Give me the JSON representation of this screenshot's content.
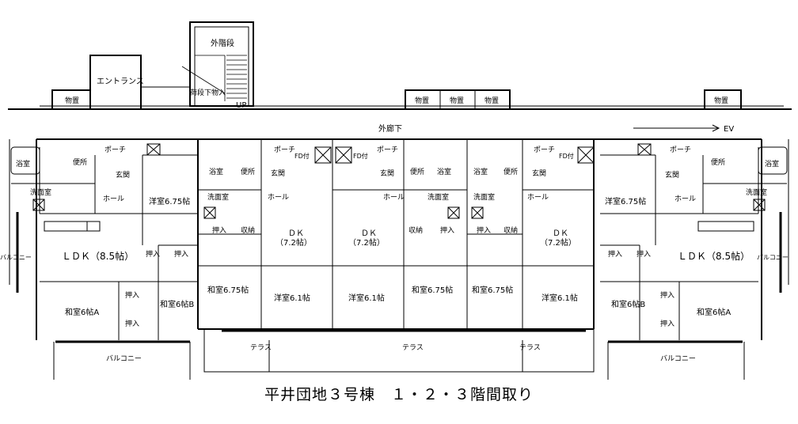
{
  "caption": "平井団地３号棟　１・２・３階間取り",
  "labels": {
    "outside_stairs": "外階段",
    "entrance": "エントランス",
    "storage": "物置",
    "luggage": "荷段下物入",
    "up": "UP",
    "corridor": "外廊下",
    "ev": "EV",
    "porch": "ポーチ",
    "bath": "浴室",
    "toilet": "便所",
    "genkan": "玄関",
    "washroom": "洗面室",
    "hall": "ホール",
    "oshiire": "押入",
    "shuno": "収納",
    "ldk": "ＬＤＫ（8.5帖）",
    "dk": "ＤＫ",
    "dk_size": "（7.2帖）",
    "yoshitsu_675": "洋室6.75帖",
    "yoshitsu_61": "洋室6.1帖",
    "washitsu_675": "和室6.75帖",
    "washitsu_6a": "和室6帖A",
    "washitsu_6b": "和室6帖B",
    "balcony": "バルコニー",
    "terrace": "テラス",
    "fd": "FD付"
  }
}
